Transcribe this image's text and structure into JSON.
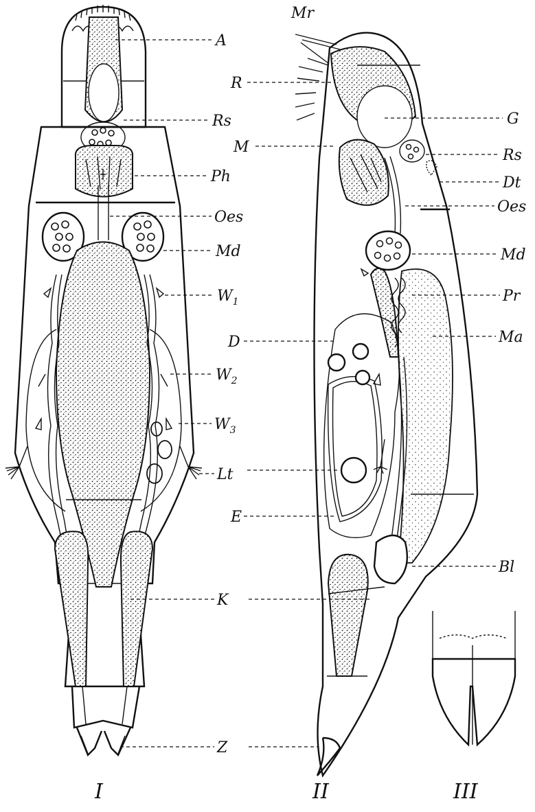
{
  "figure_labels": [
    "I",
    "II",
    "III"
  ],
  "labels": {
    "A": "A",
    "Mr": "Mr",
    "R": "R",
    "G": "G",
    "Rs": "Rs",
    "M": "M",
    "Dt": "Dt",
    "Ph": "Ph",
    "Oes": "Oes",
    "Md": "Md",
    "W1_main": "W",
    "W1_sub": "1",
    "Pr": "Pr",
    "D": "D",
    "Ma": "Ma",
    "W2_main": "W",
    "W2_sub": "2",
    "W3_main": "W",
    "W3_sub": "3",
    "Lt": "Lt",
    "E": "E",
    "Bl": "Bl",
    "K": "K",
    "Z": "Z"
  }
}
